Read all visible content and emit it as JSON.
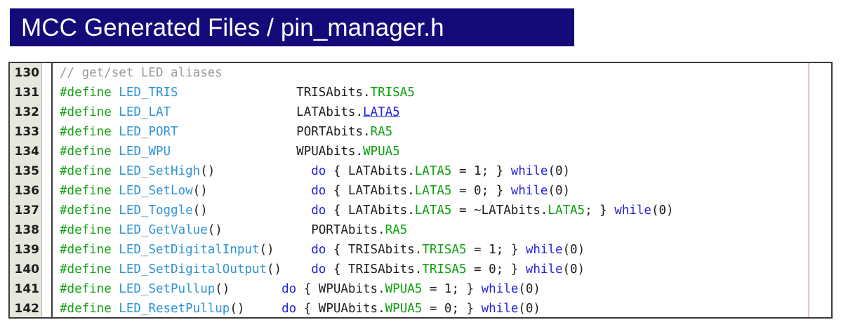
{
  "header": {
    "title": "MCC Generated Files / pin_manager.h",
    "background_color": "#140a7a",
    "text_color": "#ffffff"
  },
  "editor": {
    "language": "c",
    "gutter_background": "#e7e7de",
    "border_color": "#3a3a3a",
    "margin_guide_color": "#f7bcc2",
    "colors": {
      "comment": "#9b9b9b",
      "directive": "#15a015",
      "macro_name": "#2f93d6",
      "member": "#0da00d",
      "keyword": "#2222dd",
      "plain": "#1d1d1d",
      "link": "#2222dd"
    },
    "first_line_number": 130,
    "last_line_number": 142,
    "lines": [
      {
        "number": "130",
        "text": "// get/set LED aliases",
        "tokens": [
          {
            "t": "// get/set LED aliases",
            "c": "comment"
          }
        ]
      },
      {
        "number": "131",
        "text": "#define LED_TRIS                TRISAbits.TRISA5",
        "tokens": [
          {
            "t": "#define ",
            "c": "directive"
          },
          {
            "t": "LED_TRIS",
            "c": "macro"
          },
          {
            "t": "                TRISAbits.",
            "c": "plain"
          },
          {
            "t": "TRISA5",
            "c": "member"
          }
        ]
      },
      {
        "number": "132",
        "text": "#define LED_LAT                 LATAbits.LATA5",
        "tokens": [
          {
            "t": "#define ",
            "c": "directive"
          },
          {
            "t": "LED_LAT",
            "c": "macro"
          },
          {
            "t": "                 LATAbits.",
            "c": "plain"
          },
          {
            "t": "LATA5",
            "c": "link"
          }
        ]
      },
      {
        "number": "133",
        "text": "#define LED_PORT                PORTAbits.RA5",
        "tokens": [
          {
            "t": "#define ",
            "c": "directive"
          },
          {
            "t": "LED_PORT",
            "c": "macro"
          },
          {
            "t": "                PORTAbits.",
            "c": "plain"
          },
          {
            "t": "RA5",
            "c": "member"
          }
        ]
      },
      {
        "number": "134",
        "text": "#define LED_WPU                 WPUAbits.WPUA5",
        "tokens": [
          {
            "t": "#define ",
            "c": "directive"
          },
          {
            "t": "LED_WPU",
            "c": "macro"
          },
          {
            "t": "                 WPUAbits.",
            "c": "plain"
          },
          {
            "t": "WPUA5",
            "c": "member"
          }
        ]
      },
      {
        "number": "135",
        "text": "#define LED_SetHigh()             do { LATAbits.LATA5 = 1; } while(0)",
        "tokens": [
          {
            "t": "#define ",
            "c": "directive"
          },
          {
            "t": "LED_SetHigh",
            "c": "macro"
          },
          {
            "t": "()             ",
            "c": "plain"
          },
          {
            "t": "do",
            "c": "keyword"
          },
          {
            "t": " { LATAbits.",
            "c": "plain"
          },
          {
            "t": "LATA5",
            "c": "member"
          },
          {
            "t": " = 1; } ",
            "c": "plain"
          },
          {
            "t": "while",
            "c": "keyword"
          },
          {
            "t": "(0)",
            "c": "plain"
          }
        ]
      },
      {
        "number": "136",
        "text": "#define LED_SetLow()              do { LATAbits.LATA5 = 0; } while(0)",
        "tokens": [
          {
            "t": "#define ",
            "c": "directive"
          },
          {
            "t": "LED_SetLow",
            "c": "macro"
          },
          {
            "t": "()              ",
            "c": "plain"
          },
          {
            "t": "do",
            "c": "keyword"
          },
          {
            "t": " { LATAbits.",
            "c": "plain"
          },
          {
            "t": "LATA5",
            "c": "member"
          },
          {
            "t": " = 0; } ",
            "c": "plain"
          },
          {
            "t": "while",
            "c": "keyword"
          },
          {
            "t": "(0)",
            "c": "plain"
          }
        ]
      },
      {
        "number": "137",
        "text": "#define LED_Toggle()              do { LATAbits.LATA5 = ~LATAbits.LATA5; } while(0)",
        "tokens": [
          {
            "t": "#define ",
            "c": "directive"
          },
          {
            "t": "LED_Toggle",
            "c": "macro"
          },
          {
            "t": "()              ",
            "c": "plain"
          },
          {
            "t": "do",
            "c": "keyword"
          },
          {
            "t": " { LATAbits.",
            "c": "plain"
          },
          {
            "t": "LATA5",
            "c": "member"
          },
          {
            "t": " = ~LATAbits.",
            "c": "plain"
          },
          {
            "t": "LATA5",
            "c": "member"
          },
          {
            "t": "; } ",
            "c": "plain"
          },
          {
            "t": "while",
            "c": "keyword"
          },
          {
            "t": "(0)",
            "c": "plain"
          }
        ]
      },
      {
        "number": "138",
        "text": "#define LED_GetValue()            PORTAbits.RA5",
        "tokens": [
          {
            "t": "#define ",
            "c": "directive"
          },
          {
            "t": "LED_GetValue",
            "c": "macro"
          },
          {
            "t": "()            PORTAbits.",
            "c": "plain"
          },
          {
            "t": "RA5",
            "c": "member"
          }
        ]
      },
      {
        "number": "139",
        "text": "#define LED_SetDigitalInput()     do { TRISAbits.TRISA5 = 1; } while(0)",
        "tokens": [
          {
            "t": "#define ",
            "c": "directive"
          },
          {
            "t": "LED_SetDigitalInput",
            "c": "macro"
          },
          {
            "t": "()     ",
            "c": "plain"
          },
          {
            "t": "do",
            "c": "keyword"
          },
          {
            "t": " { TRISAbits.",
            "c": "plain"
          },
          {
            "t": "TRISA5",
            "c": "member"
          },
          {
            "t": " = 1; } ",
            "c": "plain"
          },
          {
            "t": "while",
            "c": "keyword"
          },
          {
            "t": "(0)",
            "c": "plain"
          }
        ]
      },
      {
        "number": "140",
        "text": "#define LED_SetDigitalOutput()    do { TRISAbits.TRISA5 = 0; } while(0)",
        "tokens": [
          {
            "t": "#define ",
            "c": "directive"
          },
          {
            "t": "LED_SetDigitalOutput",
            "c": "macro"
          },
          {
            "t": "()    ",
            "c": "plain"
          },
          {
            "t": "do",
            "c": "keyword"
          },
          {
            "t": " { TRISAbits.",
            "c": "plain"
          },
          {
            "t": "TRISA5",
            "c": "member"
          },
          {
            "t": " = 0; } ",
            "c": "plain"
          },
          {
            "t": "while",
            "c": "keyword"
          },
          {
            "t": "(0)",
            "c": "plain"
          }
        ]
      },
      {
        "number": "141",
        "text": "#define LED_SetPullup()       do { WPUAbits.WPUA5 = 1; } while(0)",
        "tokens": [
          {
            "t": "#define ",
            "c": "directive"
          },
          {
            "t": "LED_SetPullup",
            "c": "macro"
          },
          {
            "t": "()       ",
            "c": "plain"
          },
          {
            "t": "do",
            "c": "keyword"
          },
          {
            "t": " { WPUAbits.",
            "c": "plain"
          },
          {
            "t": "WPUA5",
            "c": "member"
          },
          {
            "t": " = 1; } ",
            "c": "plain"
          },
          {
            "t": "while",
            "c": "keyword"
          },
          {
            "t": "(0)",
            "c": "plain"
          }
        ]
      },
      {
        "number": "142",
        "text": "#define LED_ResetPullup()     do { WPUAbits.WPUA5 = 0; } while(0)",
        "tokens": [
          {
            "t": "#define ",
            "c": "directive"
          },
          {
            "t": "LED_ResetPullup",
            "c": "macro"
          },
          {
            "t": "()     ",
            "c": "plain"
          },
          {
            "t": "do",
            "c": "keyword"
          },
          {
            "t": " { WPUAbits.",
            "c": "plain"
          },
          {
            "t": "WPUA5",
            "c": "member"
          },
          {
            "t": " = 0; } ",
            "c": "plain"
          },
          {
            "t": "while",
            "c": "keyword"
          },
          {
            "t": "(0)",
            "c": "plain"
          }
        ]
      }
    ]
  }
}
